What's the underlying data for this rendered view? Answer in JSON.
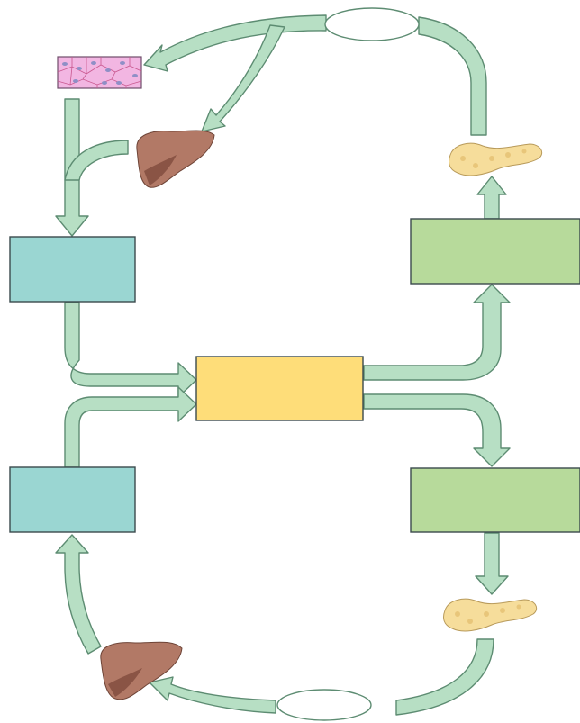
{
  "diagram": {
    "boxes": {
      "upper_left_box": "",
      "lower_left_box": "",
      "center_box": "",
      "upper_right_box": "",
      "lower_right_box": ""
    },
    "ovals": {
      "top_oval": "",
      "bottom_oval": ""
    },
    "images": [
      "tissue-cells",
      "liver",
      "liver",
      "pancreas",
      "pancreas"
    ],
    "colors": {
      "arrow_fill": "#b7dfc4",
      "teal_box": "#9ad6d2",
      "yellow_box": "#fedd79",
      "green_box": "#b7da9b"
    }
  }
}
